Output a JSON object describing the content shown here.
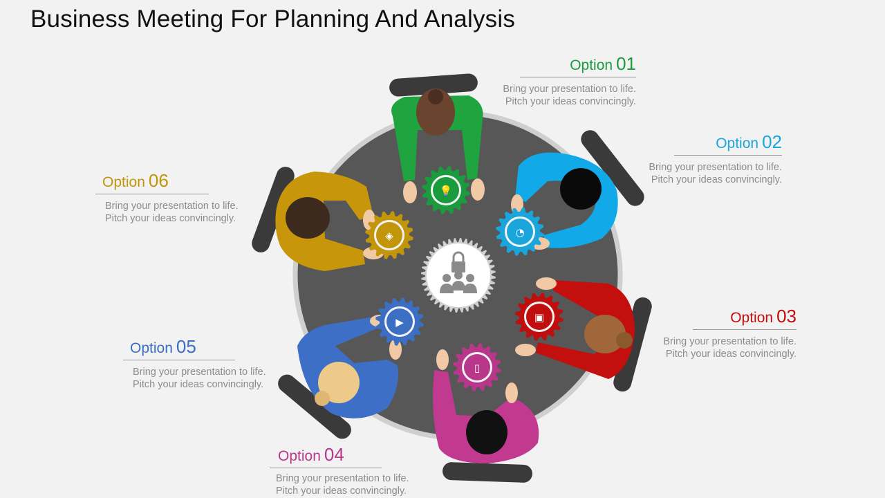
{
  "title": "Business Meeting For Planning And Analysis",
  "options": [
    {
      "word": "Option",
      "num": "01",
      "line1": "Bring your presentation to life.",
      "line2": "Pitch your ideas convincingly.",
      "color": "#1a9c3e",
      "icon": "lightbulb-icon"
    },
    {
      "word": "Option",
      "num": "02",
      "line1": "Bring your presentation to life.",
      "line2": "Pitch your ideas convincingly.",
      "color": "#1aa6dc",
      "icon": "pie-chart-icon"
    },
    {
      "word": "Option",
      "num": "03",
      "line1": "Bring your presentation to life.",
      "line2": "Pitch your ideas convincingly.",
      "color": "#c00d0d",
      "icon": "presentation-board-icon"
    },
    {
      "word": "Option",
      "num": "04",
      "line1": "Bring your presentation to life.",
      "line2": "Pitch your ideas convincingly.",
      "color": "#b8378a",
      "icon": "mobile-phone-icon"
    },
    {
      "word": "Option",
      "num": "05",
      "line1": "Bring your presentation to life.",
      "line2": "Pitch your ideas convincingly.",
      "color": "#3b6fc4",
      "icon": "video-screen-icon"
    },
    {
      "word": "Option",
      "num": "06",
      "line1": "Bring your presentation to life.",
      "line2": "Pitch your ideas convincingly.",
      "color": "#c2950a",
      "icon": "price-tag-icon"
    }
  ],
  "center_icon": "team-lock-icon",
  "table_color": "#575757"
}
